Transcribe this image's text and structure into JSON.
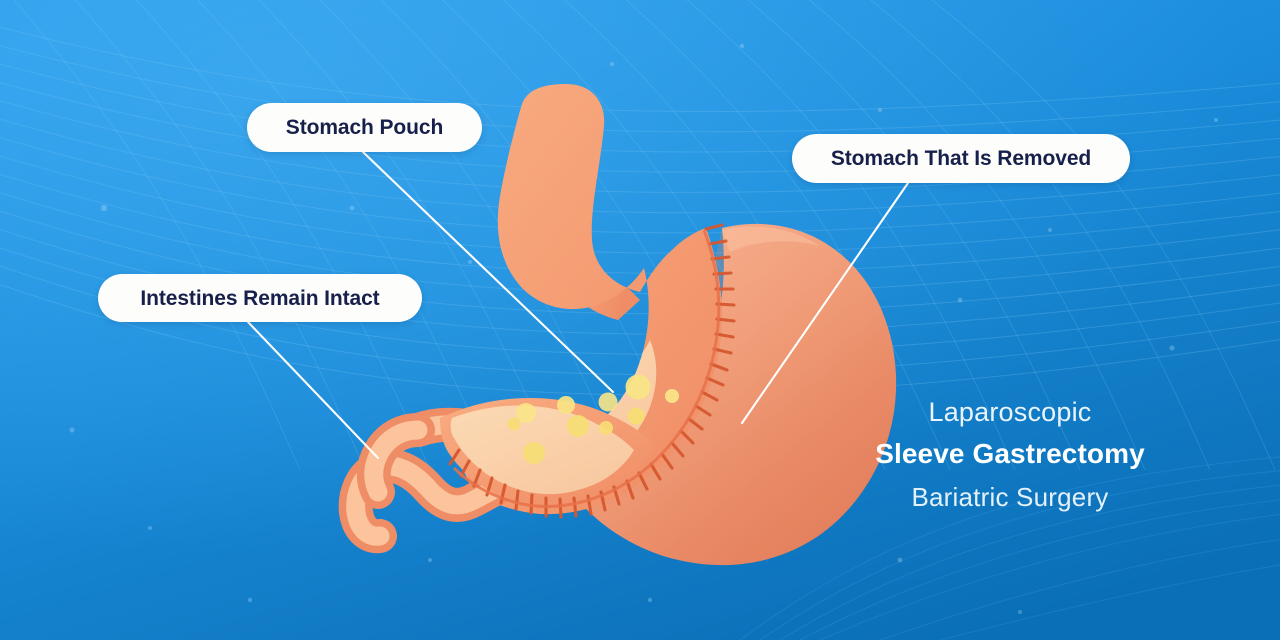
{
  "illustration": {
    "subject": "laparoscopic-sleeve-gastrectomy-diagram",
    "background_color_top": "#2196e8",
    "background_color_bottom": "#0a70b7",
    "mesh_line_color": "#6fc0ee",
    "leader_line_color": "#ffffff"
  },
  "callouts": [
    {
      "id": "stomach-pouch",
      "label": "Stomach Pouch",
      "text_color": "#17204a",
      "pill_color": "#fdfdfb"
    },
    {
      "id": "stomach-removed",
      "label": "Stomach That Is Removed",
      "text_color": "#17204a",
      "pill_color": "#fdfdfb"
    },
    {
      "id": "intestines-intact",
      "label": "Intestines Remain Intact",
      "text_color": "#17204a",
      "pill_color": "#fdfdfb"
    }
  ],
  "title": {
    "line1": "Laparoscopic",
    "line2": "Sleeve Gastrectomy",
    "line3": "Bariatric Surgery",
    "color": "#ffffff"
  },
  "anatomy": {
    "esophagus_color": "#f49a70",
    "sleeve_color": "#f6a179",
    "removed_stomach_color": "#f0a480",
    "removed_stomach_shadow": "#e2795a",
    "duodenum_wall_color": "#f0906b",
    "duodenum_lumen_color": "#fbc29a",
    "stomach_lumen_color": "#fad4ae",
    "staple_color": "#d95c33",
    "food_particle_color": "#f7e07a",
    "food_particle_count": 10
  }
}
